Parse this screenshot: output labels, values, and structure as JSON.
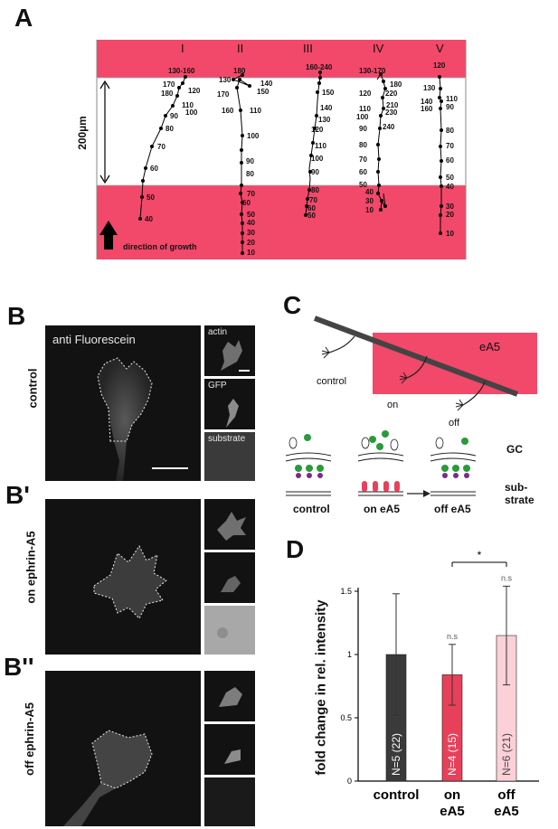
{
  "panel_labels": {
    "a": "A",
    "b": "B",
    "b1": "B'",
    "b2": "B''",
    "c": "C",
    "d": "D"
  },
  "panel_a": {
    "columns": [
      "I",
      "II",
      "III",
      "IV",
      "V"
    ],
    "scale_label": "200µm",
    "growth_label": "direction of growth",
    "stripe_color": "#f2486a",
    "tracks": [
      {
        "id": "I",
        "labels": [
          "130-160",
          "170",
          "180",
          "120",
          "110",
          "100",
          "90",
          "80",
          "70",
          "60",
          "50",
          "40"
        ]
      },
      {
        "id": "II",
        "labels": [
          "180",
          "130",
          "140",
          "150",
          "170",
          "160",
          "110",
          "100",
          "90",
          "80",
          "70",
          "60",
          "50",
          "40",
          "30",
          "20",
          "10"
        ]
      },
      {
        "id": "III",
        "labels": [
          "160-240",
          "150",
          "140",
          "130",
          "120",
          "110",
          "100",
          "90",
          "80",
          "70",
          "60",
          "50"
        ]
      },
      {
        "id": "IV",
        "labels": [
          "130-170",
          "180",
          "220",
          "120",
          "210",
          "110",
          "230",
          "100",
          "240",
          "90",
          "80",
          "70",
          "60",
          "50",
          "40",
          "30",
          "10"
        ]
      },
      {
        "id": "V",
        "labels": [
          "120",
          "130",
          "110",
          "140",
          "90",
          "160",
          "80",
          "70",
          "60",
          "50",
          "40",
          "30",
          "20",
          "10"
        ]
      }
    ]
  },
  "panel_b": {
    "main_label": "anti Fluorescein",
    "side_labels": [
      "actin",
      "GFP",
      "substrate"
    ],
    "rows": [
      "control",
      "on ephrin-A5",
      "off ephrin-A5"
    ]
  },
  "panel_c": {
    "box_label": "eA5",
    "labels": {
      "control": "control",
      "on": "on",
      "off": "off"
    },
    "bottom_labels": [
      "control",
      "on eA5",
      "off eA5"
    ],
    "right_labels": {
      "gc": "GC",
      "substrate": "sub-\nstrate"
    },
    "box_color": "#f2486a"
  },
  "panel_d": {
    "ylabel": "fold change in rel. intensity",
    "significance": "*",
    "chart_data": {
      "type": "bar",
      "categories": [
        "control",
        "on eA5",
        "off eA5"
      ],
      "values": [
        1.0,
        0.84,
        1.15
      ],
      "errors": [
        0.48,
        0.24,
        0.39
      ],
      "bar_labels": [
        "N=5 (22)",
        "N=4 (15)",
        "N=6 (21)"
      ],
      "annotations": [
        "",
        "n.s",
        "n.s"
      ],
      "colors": [
        "#3a3a3a",
        "#e8405a",
        "#fbd0d6"
      ],
      "yticks": [
        "0",
        "0.5",
        "1",
        "1.5"
      ],
      "ylim": [
        0,
        1.5
      ],
      "ylabel": "fold change in rel. intensity"
    }
  }
}
